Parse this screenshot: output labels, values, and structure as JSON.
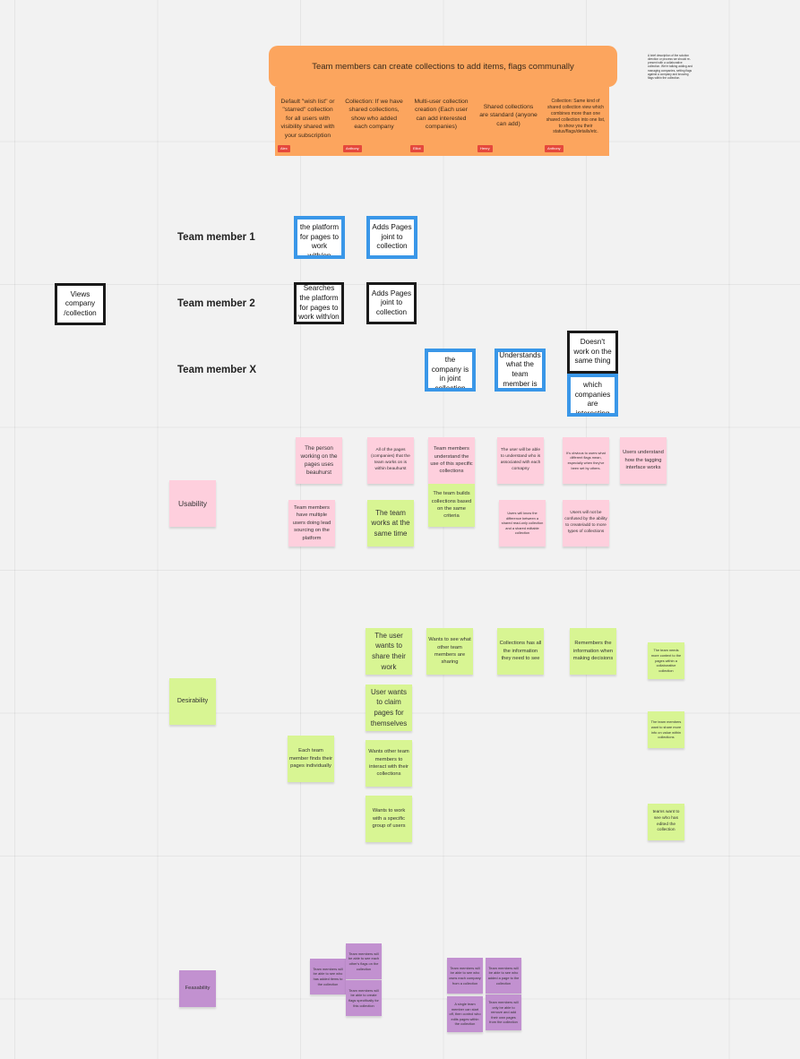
{
  "banner": "Team members can create collections to add items, flags communally",
  "description_note": "A brief description of the solution direction or process we should re-present with a collaborative collection. We're talking adding and managing companies, setting flags against a company and knowing flags within the collection.",
  "top_notes": [
    {
      "text": "Default \"wish list\" or \"starred\" collection for all users with visibility shared with your subscription",
      "author": "Alex"
    },
    {
      "text": "Collection: If we have shared collections, show who added each company",
      "author": "Anthony"
    },
    {
      "text": "Multi-user collection creation (Each user can add interested companies)",
      "author": "Elliot"
    },
    {
      "text": "Shared collections are standard (anyone can add)",
      "author": "Henry"
    },
    {
      "text": "Collection: Same kind of shared collection view which combines more than one shared collection into one list, to show you their status/flags/details/etc.",
      "author": "Anthony"
    }
  ],
  "lanes": {
    "member1": "Team member 1",
    "member2": "Team member 2",
    "memberx": "Team member X"
  },
  "views_box": "Views company /collection",
  "flow": {
    "m1_search": "Searches the platform for pages to work with/on",
    "m1_add": "Adds Pages joint to collection",
    "m2_search": "Searches the platform for pages to work with/on",
    "m2_add": "Adds Pages joint to collection",
    "x_sees": "Sees that the company is in joint collection",
    "x_understands": "Understands what the team member is",
    "x_doesnt": "Doesn't work on the same thing",
    "x_knows": "Knows which companies are interesting"
  },
  "categories": {
    "usability": "Usability",
    "desirability": "Desirability",
    "feasability": "Feasability"
  },
  "usability_notes": [
    "The person working on the pages uses beauhurst",
    "All of the pages (companies) that the team works on is within beauhurst",
    "Team members understand the use of this specific collections",
    "The user will be able to understand who is associated with each comapny",
    "It's obvious to users what different flags mean, especially when they've been set by others.",
    "Users understand how the tagging interface works",
    "Team members have multiple users doing lead sourcing on the platform",
    "The team works at the same time",
    "The team builds collections based on the same criteria",
    "Users will know the difference between a shared read-only collection and a shared editable collection",
    "Users will not be confused by the ability to create/add to more types of collections"
  ],
  "desirability_notes": [
    "The user wants to share their work",
    "Wants to see what other team members are sharing",
    "Collections has all the information they need to see",
    "Remembers the information when making decisions",
    "The team needs more context to the pages within a collaborative collection",
    "User wants to claim pages for themselves",
    "The team members want to share more info on value within collections",
    "Each team member finds their pages individually",
    "Wants other team members to interact with their collections",
    "Wants to work with a specific group of users",
    "teams want to see who has edited the collection"
  ],
  "feasability_notes": [
    "Team members will be able to see who has added items to the collection",
    "Team members will be able to see each other's flags on the collection",
    "Team members will be able to create flags specifically for this collection",
    "Team members will be able to see who owns each company from a collection",
    "Team members will be able to see who added a page to the collection",
    "A single team member can start off, then control who edits pages within the collection",
    "Team members will only be able to remove and add their own pages from the collection"
  ]
}
